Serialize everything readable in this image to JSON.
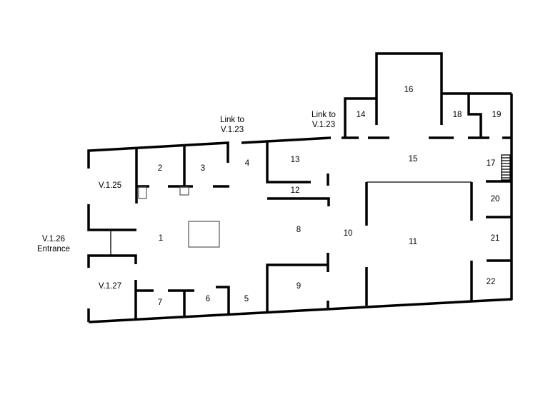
{
  "plan": {
    "rooms": [
      {
        "id": "1",
        "label": "1"
      },
      {
        "id": "2",
        "label": "2"
      },
      {
        "id": "3",
        "label": "3"
      },
      {
        "id": "4",
        "label": "4"
      },
      {
        "id": "5",
        "label": "5"
      },
      {
        "id": "6",
        "label": "6"
      },
      {
        "id": "7",
        "label": "7"
      },
      {
        "id": "8",
        "label": "8"
      },
      {
        "id": "9",
        "label": "9"
      },
      {
        "id": "10",
        "label": "10"
      },
      {
        "id": "11",
        "label": "11"
      },
      {
        "id": "12",
        "label": "12"
      },
      {
        "id": "13",
        "label": "13"
      },
      {
        "id": "14",
        "label": "14"
      },
      {
        "id": "15",
        "label": "15"
      },
      {
        "id": "16",
        "label": "16"
      },
      {
        "id": "17",
        "label": "17"
      },
      {
        "id": "18",
        "label": "18"
      },
      {
        "id": "19",
        "label": "19"
      },
      {
        "id": "20",
        "label": "20"
      },
      {
        "id": "21",
        "label": "21"
      },
      {
        "id": "22",
        "label": "22"
      }
    ],
    "annotations": {
      "v125": "V.1.25",
      "v127": "V.1.27",
      "entrance_line1": "V.1.26",
      "entrance_line2": "Entrance",
      "link1_line1": "Link to",
      "link1_line2": "V.1.23",
      "link2_line1": "Link to",
      "link2_line2": "V.1.23"
    }
  }
}
